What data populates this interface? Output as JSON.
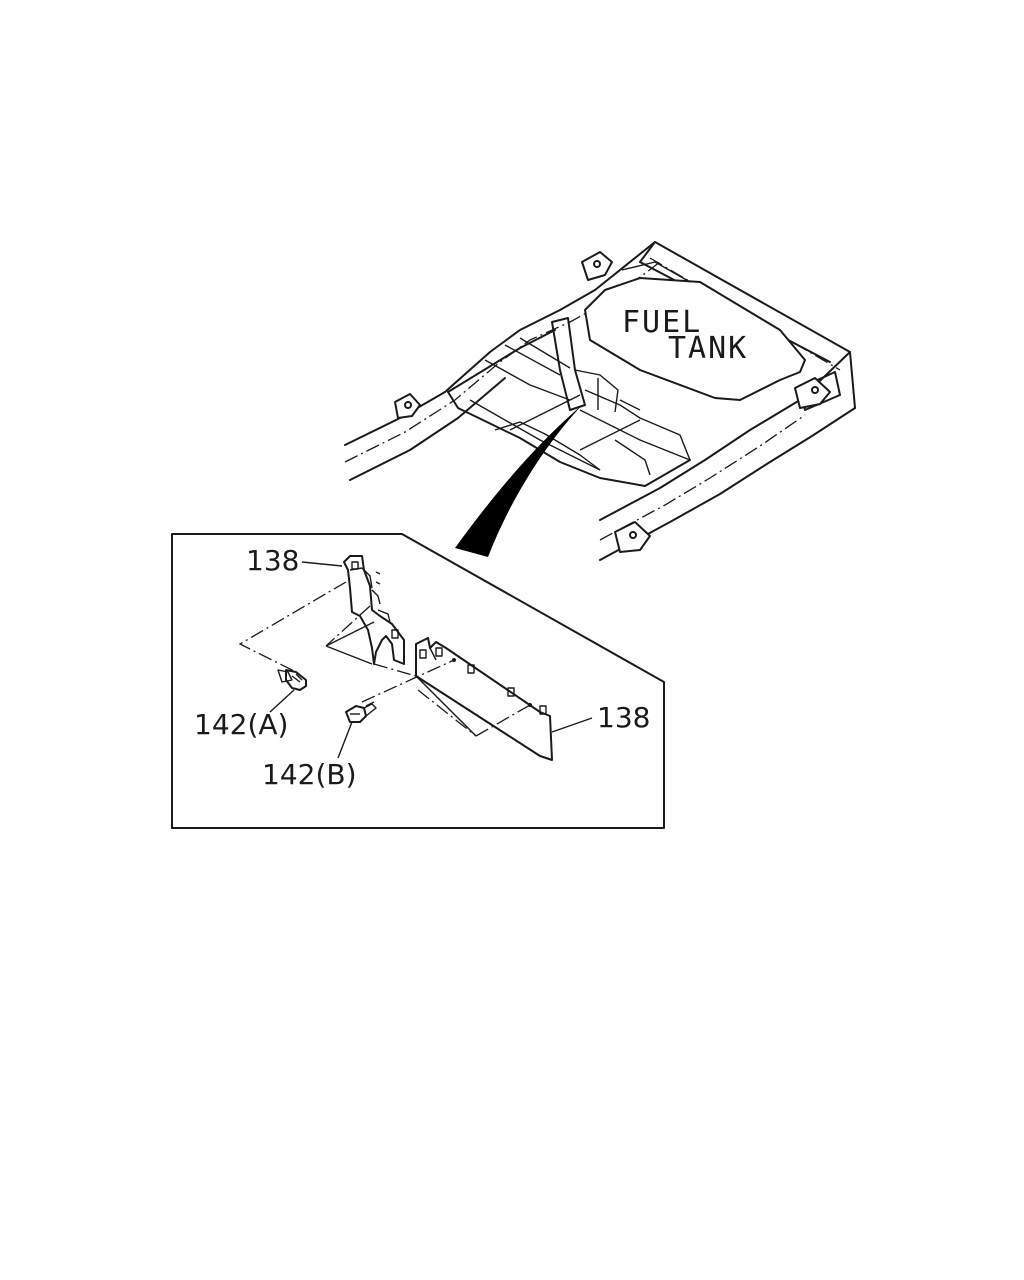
{
  "labels": {
    "fuel_tank_line1": "FUEL",
    "fuel_tank_line2": "TANK",
    "part_138_top": "138",
    "part_138_right": "138",
    "part_142a": "142(A)",
    "part_142b": "142(B)"
  }
}
